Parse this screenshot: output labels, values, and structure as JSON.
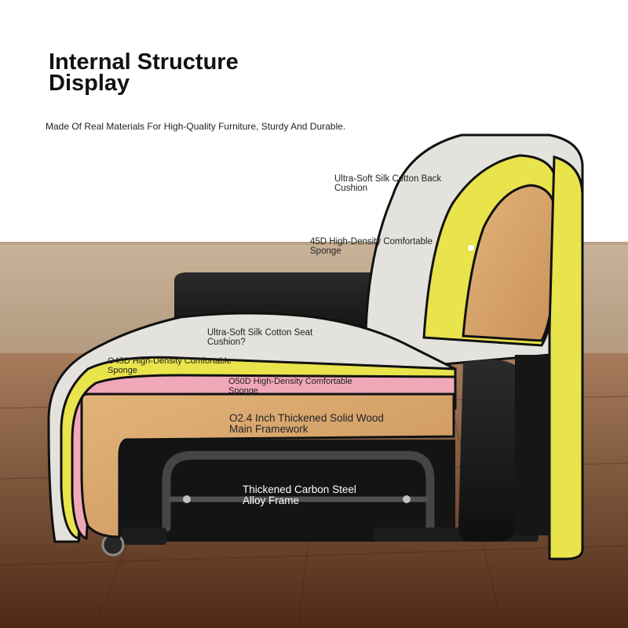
{
  "header": {
    "title": "Internal Structure\nDisplay",
    "subtitle": "Made Of Real Materials For High-Quality Furniture, Sturdy And Durable."
  },
  "labels": {
    "back_cushion": "Ultra-Soft Silk Cotton Back\nCushion",
    "back_sponge": "45D High-Density Comfortable\nSponge",
    "seat_cushion": "Ultra-Soft Silk Cotton Seat\nCushion?",
    "seat_sponge_45d": "Ο45D High-Density Comfortable\nSponge",
    "seat_sponge_50d": "Ο50D High-Density Comfortable\nSponge",
    "wood_frame": "Ο2.4 Inch Thickened Solid Wood\nMain Framework",
    "steel_frame": "Thickened Carbon Steel\nAlloy Frame"
  },
  "colors": {
    "wall": "#c9b59a",
    "floor": "#7a4a2c",
    "cotton": "#e6e4df",
    "yellow_sponge": "#e8e24a",
    "pink_sponge": "#f0a8b8",
    "wood": "#d9a86a",
    "leather": "#1a1a1a",
    "steel": "#3a3a3a"
  },
  "icons": [
    "wheel-icon",
    "bolt-icon"
  ]
}
